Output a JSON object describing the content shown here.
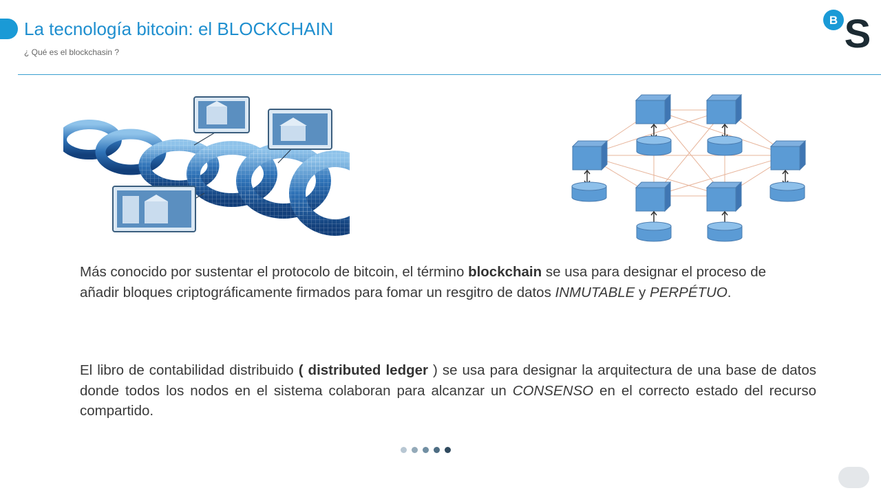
{
  "header": {
    "title": "La tecnología bitcoin: el BLOCKCHAIN",
    "subtitle": "¿ Qué es el blockchasin ?",
    "logo_text": "BS"
  },
  "body": {
    "p1": {
      "pre": "Más conocido por sustentar el protocolo de bitcoin, el término ",
      "bold": "blockchain",
      "mid": " se usa para designar el proceso de añadir bloques criptográficamente firmados para fomar un resgitro de datos ",
      "italic1": "INMUTABLE",
      "and": " y ",
      "italic2": "PERPÉTUO",
      "end": "."
    },
    "p2": {
      "pre": "El libro de contabilidad distribuido ",
      "bold": "( distributed ledger",
      "mid": " ) se usa para designar la arquitectura de una base de datos donde todos los nodos en el sistema colaboran para alcanzar un ",
      "italic": "CONSENSO",
      "end": " en el correcto estado del recurso compartido."
    }
  },
  "pagination": {
    "dot_colors": [
      "#b8c7d3",
      "#94aab9",
      "#718fa3",
      "#4d6d83",
      "#2f4a5e"
    ]
  },
  "colors": {
    "accent": "#1a9ad6",
    "logo_dark": "#1c2b33"
  }
}
